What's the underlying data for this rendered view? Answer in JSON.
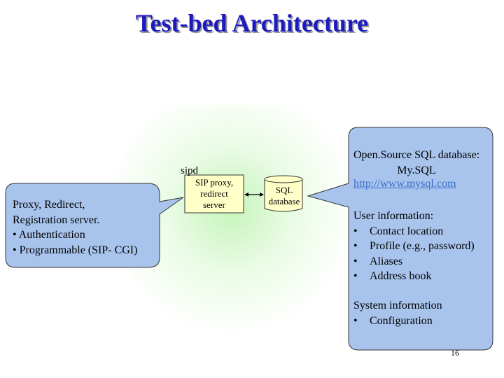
{
  "title": "Test-bed Architecture",
  "left_callout": {
    "line1": "Proxy, Redirect,",
    "line2": "Registration server.",
    "line3": "• Authentication",
    "line4": "• Programmable (SIP- CGI)"
  },
  "sipd_label": "sipd",
  "proxy_box": {
    "line1": "SIP proxy,",
    "line2": "redirect",
    "line3": "server"
  },
  "db_box": {
    "line1": "SQL",
    "line2": "database"
  },
  "right_callout": {
    "title_line1": "Open.Source SQL database:",
    "title_line2": "My.SQL",
    "link": "http://www.mysql.com",
    "user_info_heading": "User information:",
    "user_info_items": [
      "Contact location",
      "Profile (e.g., password)",
      "Aliases",
      "Address book"
    ],
    "system_info_heading": "System information",
    "system_info_items": [
      "Configuration"
    ]
  },
  "bullet": "•",
  "page_number": "16",
  "colors": {
    "title": "#1b1bbf",
    "callout_fill": "#a8c4ec",
    "box_fill": "#ffffc8",
    "link": "#3a6dcc"
  }
}
